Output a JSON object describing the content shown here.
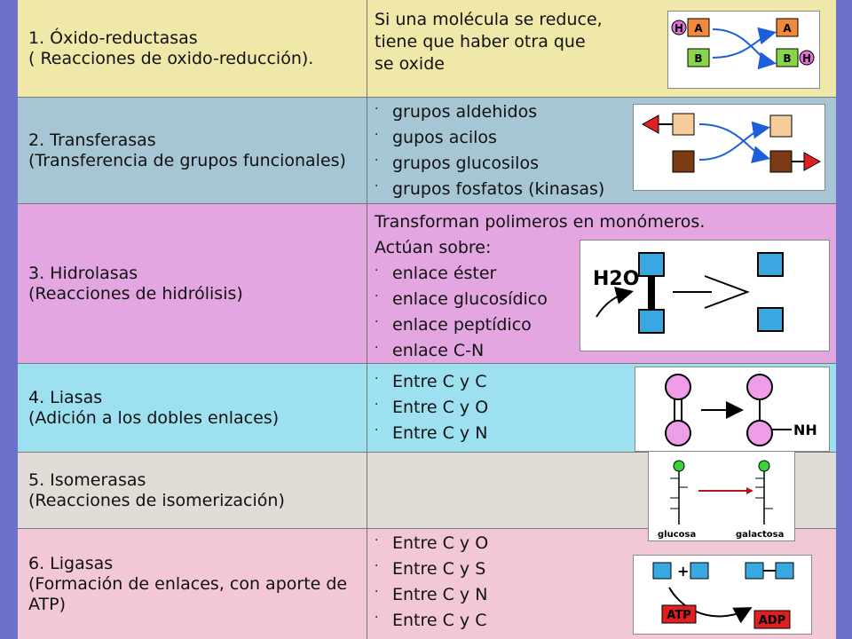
{
  "rows": [
    {
      "title": "1. Óxido-reductasas",
      "subtitle": "( Reacciones de oxido-reducción).",
      "color": "#f0e8a8",
      "lines": [
        "Si una molécula se reduce,",
        "tiene que haber otra que",
        "se oxide"
      ]
    },
    {
      "title": "2. Transferasas",
      "subtitle": "(Transferencia de grupos funcionales)",
      "color": "#a6c6d4",
      "bullets": [
        "grupos aldehidos",
        "gupos acilos",
        "grupos glucosilos",
        "grupos fosfatos (kinasas)"
      ]
    },
    {
      "title": "3. Hidrolasas",
      "subtitle": "(Reacciones de hidrólisis)",
      "color": "#e3a6e0",
      "lines": [
        "Transforman polimeros en monómeros.",
        "Actúan sobre:"
      ],
      "bullets": [
        "enlace éster",
        "enlace glucosídico",
        "enlace peptídico",
        "enlace C-N"
      ]
    },
    {
      "title": "4. Liasas",
      "subtitle": "(Adición a los dobles enlaces)",
      "color": "#9de0f0",
      "bullets": [
        "Entre C y C",
        "Entre C y O",
        "Entre C y N"
      ]
    },
    {
      "title": "5. Isomerasas",
      "subtitle": "(Reacciones de isomerización)",
      "color": "#e0dcd6"
    },
    {
      "title": "6. Ligasas",
      "subtitle": "(Formación de enlaces, con aporte de ATP)",
      "color": "#f2c8d6",
      "bullets": [
        "Entre C y O",
        "Entre C y S",
        "Entre C y N",
        "Entre C y C"
      ]
    }
  ],
  "bullet_char": "·",
  "figures": {
    "redox": {
      "h": "H",
      "a": "A",
      "b": "B"
    },
    "hydrolysis": {
      "water": "H2O"
    },
    "lyase": {
      "group": "NH"
    },
    "isomerase": {
      "left": "glucosa",
      "right": "galactosa"
    },
    "ligase": {
      "plus": "+",
      "atp": "ATP",
      "adp": "ADP"
    }
  }
}
